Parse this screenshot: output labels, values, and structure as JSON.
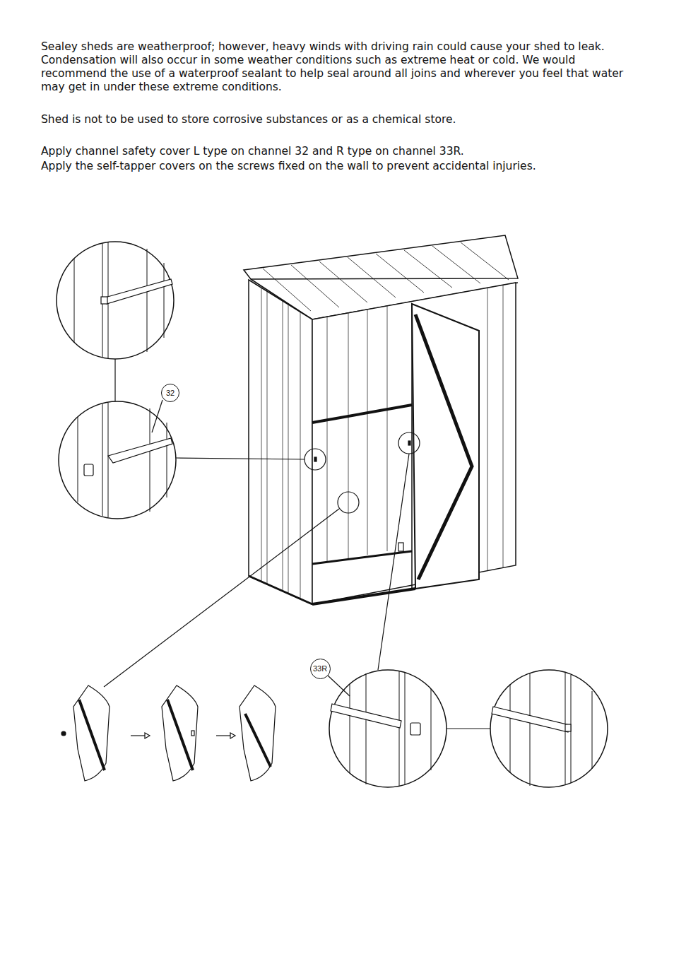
{
  "diagram": {
    "nodes": [
      {
        "text": [
          "32"
        ]
      },
      {
        "text": [
          "33R"
        ]
      }
    ],
    "labels": [
      "Sealey sheds are weatherproof; however, heavy winds with driving rain could cause your shed to leak. Condensation will also occur in some weather conditions such as extreme heat or cold. We would recommend the use of a waterproof sealant to help seal around all joins and wherever you feel that water may get in under these extreme conditions.",
      "Shed is not to be used to store corrosive substances or as a chemical store.",
      "Apply channel safety cover L type on channel 32 and R type on channel 33R.",
      "Apply the self-tapper covers on the screws fixed on the wall to prevent accidental injuries."
    ]
  }
}
